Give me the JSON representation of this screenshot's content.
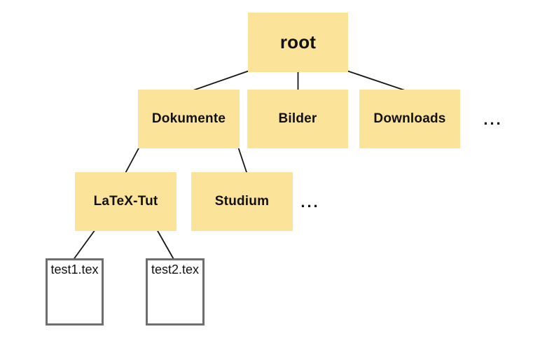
{
  "diagram": {
    "type": "tree",
    "description": "directory-tree",
    "colors": {
      "folder_fill": "#FCE39A",
      "file_fill": "#FFFFFF",
      "file_border": "#6E6E6E",
      "edge": "#151515",
      "text": "#111111",
      "background": "#FFFFFF"
    },
    "nodes": {
      "root": {
        "label": "root",
        "type": "folder",
        "level": 0
      },
      "dokumente": {
        "label": "Dokumente",
        "type": "folder",
        "level": 1
      },
      "bilder": {
        "label": "Bilder",
        "type": "folder",
        "level": 1
      },
      "downloads": {
        "label": "Downloads",
        "type": "folder",
        "level": 1
      },
      "more_level1": {
        "label": "...",
        "type": "ellipsis",
        "level": 1
      },
      "latex_tut": {
        "label": "LaTeX-Tut",
        "type": "folder",
        "level": 2
      },
      "studium": {
        "label": "Studium",
        "type": "folder",
        "level": 2
      },
      "more_level2": {
        "label": "...",
        "type": "ellipsis",
        "level": 2
      },
      "test1": {
        "label": "test1.tex",
        "type": "file",
        "level": 3
      },
      "test2": {
        "label": "test2.tex",
        "type": "file",
        "level": 3
      }
    },
    "edges": [
      {
        "from": "root",
        "to": "dokumente"
      },
      {
        "from": "root",
        "to": "bilder"
      },
      {
        "from": "root",
        "to": "downloads"
      },
      {
        "from": "dokumente",
        "to": "latex_tut"
      },
      {
        "from": "dokumente",
        "to": "studium"
      },
      {
        "from": "latex_tut",
        "to": "test1"
      },
      {
        "from": "latex_tut",
        "to": "test2"
      }
    ]
  }
}
